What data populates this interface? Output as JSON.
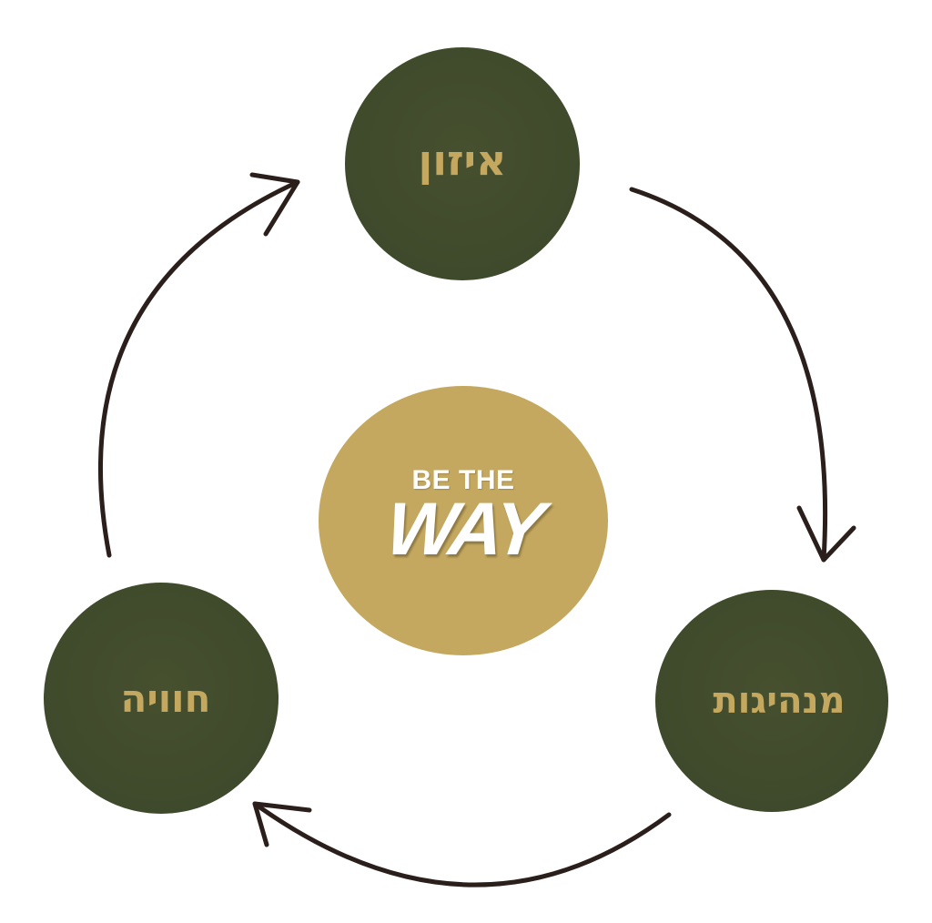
{
  "diagram": {
    "nodes": [
      {
        "id": "top",
        "label": "איזון"
      },
      {
        "id": "right",
        "label": "מנהיגות"
      },
      {
        "id": "left",
        "label": "חוויה"
      }
    ],
    "flow": [
      {
        "from": "top",
        "to": "right"
      },
      {
        "from": "right",
        "to": "left"
      },
      {
        "from": "left",
        "to": "top"
      }
    ],
    "center": {
      "logo_top": "BE THE",
      "logo_mark": "WAY"
    },
    "colors": {
      "node_fill": "#3f4a2c",
      "node_text": "#c4a85f",
      "center_fill": "#c4a85f",
      "arrow": "#2b1f1c",
      "logo_text": "#ffffff"
    },
    "icons": {
      "arrow": "curved-arrow-icon"
    }
  }
}
